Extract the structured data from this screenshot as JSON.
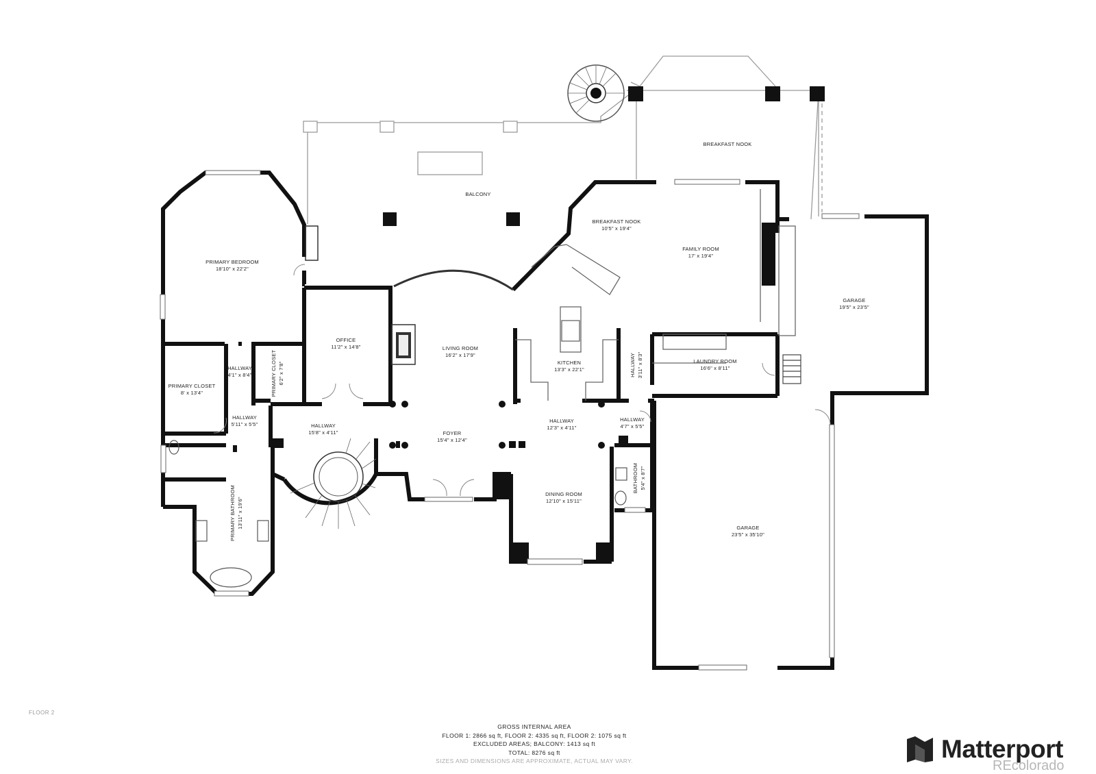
{
  "rooms": [
    {
      "id": "balcony",
      "name": "BALCONY",
      "dims": ""
    },
    {
      "id": "breakfast-nook-upper",
      "name": "BREAKFAST NOOK",
      "dims": ""
    },
    {
      "id": "breakfast-nook",
      "name": "BREAKFAST NOOK",
      "dims": "10'5\" x 19'4\""
    },
    {
      "id": "family-room",
      "name": "FAMILY ROOM",
      "dims": "17' x 19'4\""
    },
    {
      "id": "primary-bedroom",
      "name": "PRIMARY BEDROOM",
      "dims": "18'10\" x 22'2\""
    },
    {
      "id": "garage-1",
      "name": "GARAGE",
      "dims": "19'5\" x 23'5\""
    },
    {
      "id": "office",
      "name": "OFFICE",
      "dims": "11'2\" x 14'8\""
    },
    {
      "id": "living-room",
      "name": "LIVING ROOM",
      "dims": "16'2\" x 17'9\""
    },
    {
      "id": "kitchen",
      "name": "KITCHEN",
      "dims": "13'3\" x 22'1\""
    },
    {
      "id": "hallway-1",
      "name": "HALLWAY",
      "dims": "4'1\" x 8'4\""
    },
    {
      "id": "primary-closet",
      "name": "PRIMARY CLOSET",
      "dims": "8' x 13'4\""
    },
    {
      "id": "primary-closet-2",
      "name": "PRIMARY CLOSET",
      "dims": "6'2\" x 7'8\""
    },
    {
      "id": "hallway-kitchen",
      "name": "HALLWAY",
      "dims": "3'11\" x 8'3\""
    },
    {
      "id": "laundry-room",
      "name": "LAUNDRY ROOM",
      "dims": "16'6\" x 8'11\""
    },
    {
      "id": "hallway-2",
      "name": "HALLWAY",
      "dims": "5'11\" x 5'5\""
    },
    {
      "id": "hallway-3",
      "name": "HALLWAY",
      "dims": "15'8\" x 4'11\""
    },
    {
      "id": "foyer",
      "name": "FOYER",
      "dims": "15'4\" x 12'4\""
    },
    {
      "id": "hallway-4",
      "name": "HALLWAY",
      "dims": "12'3\" x 4'11\""
    },
    {
      "id": "hallway-5",
      "name": "HALLWAY",
      "dims": "4'7\" x 5'5\""
    },
    {
      "id": "bathroom",
      "name": "BATHROOM",
      "dims": "5'4\" x 8'7\""
    },
    {
      "id": "dining-room",
      "name": "DINING ROOM",
      "dims": "12'10\" x 15'11\""
    },
    {
      "id": "primary-bathroom",
      "name": "PRIMARY BATHROOM",
      "dims": "13'11\" x 19'6\""
    },
    {
      "id": "garage-2",
      "name": "GARAGE",
      "dims": "23'5\" x 35'10\""
    }
  ],
  "floor_label": "FLOOR 2",
  "area_summary": {
    "heading": "GROSS INTERNAL AREA",
    "floors": "FLOOR 1: 2866 sq ft, FLOOR 2: 4335 sq ft, FLOOR 2: 1075 sq ft",
    "excluded": "EXCLUDED AREAS; BALCONY: 1413 sq ft",
    "total": "TOTAL: 8276 sq ft",
    "disclaimer": "SIZES AND DIMENSIONS ARE APPROXIMATE, ACTUAL MAY VARY."
  },
  "brand": {
    "name": "Matterport",
    "icon": "matterport-logo-icon"
  },
  "watermark": "REcolorado"
}
